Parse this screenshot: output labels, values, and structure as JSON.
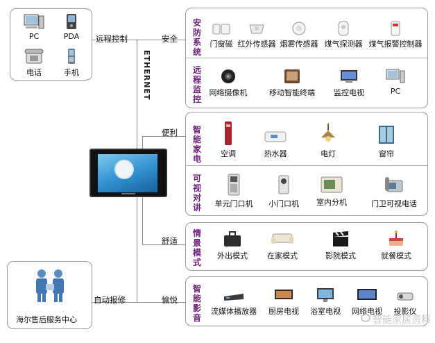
{
  "branches": {
    "remote": "远程控制",
    "security": "安全",
    "convenience": "便利",
    "comfort": "舒适",
    "auto_repair": "自动报修",
    "pleasure": "愉悦"
  },
  "ethernet": "ETHERNET",
  "remote_devices": [
    {
      "label": "PC",
      "icon": "desktop-pc-icon"
    },
    {
      "label": "PDA",
      "icon": "pda-icon"
    },
    {
      "label": "电话",
      "icon": "telephone-icon"
    },
    {
      "label": "手机",
      "icon": "mobile-phone-icon"
    }
  ],
  "service_center": {
    "label": "海尔售后服务中心",
    "icon": "service-staff-icon"
  },
  "groups": [
    {
      "title": "安防系统",
      "items": [
        {
          "label": "门窗磁",
          "icon": "door-sensor-icon"
        },
        {
          "label": "红外传感器",
          "icon": "infrared-sensor-icon"
        },
        {
          "label": "烟雾传感器",
          "icon": "smoke-sensor-icon"
        },
        {
          "label": "煤气探测器",
          "icon": "gas-detector-icon"
        },
        {
          "label": "煤气报警控制器",
          "icon": "gas-alarm-controller-icon"
        }
      ]
    },
    {
      "title": "远程监控",
      "items": [
        {
          "label": "网络摄像机",
          "icon": "network-camera-icon"
        },
        {
          "label": "移动智能终端",
          "icon": "mobile-terminal-icon"
        },
        {
          "label": "监控电视",
          "icon": "monitor-tv-icon"
        },
        {
          "label": "PC",
          "icon": "pc-icon"
        }
      ]
    },
    {
      "title": "智能家电",
      "items": [
        {
          "label": "空调",
          "icon": "air-conditioner-icon"
        },
        {
          "label": "热水器",
          "icon": "water-heater-icon"
        },
        {
          "label": "电灯",
          "icon": "lamp-icon"
        },
        {
          "label": "窗帘",
          "icon": "curtain-icon"
        }
      ]
    },
    {
      "title": "可视对讲",
      "items": [
        {
          "label": "单元门口机",
          "icon": "unit-door-station-icon"
        },
        {
          "label": "小门口机",
          "icon": "small-door-station-icon"
        },
        {
          "label": "室内分机",
          "icon": "indoor-unit-icon"
        },
        {
          "label": "门卫可视电话",
          "icon": "guard-videophone-icon"
        }
      ]
    },
    {
      "title": "情景模式",
      "items": [
        {
          "label": "外出模式",
          "icon": "briefcase-icon"
        },
        {
          "label": "在家模式",
          "icon": "sofa-icon"
        },
        {
          "label": "影院模式",
          "icon": "clapperboard-icon"
        },
        {
          "label": "就餐模式",
          "icon": "cake-icon"
        }
      ]
    },
    {
      "title": "智能影音",
      "items": [
        {
          "label": "流媒体播放器",
          "icon": "media-player-icon"
        },
        {
          "label": "厨房电视",
          "icon": "kitchen-tv-icon"
        },
        {
          "label": "浴室电视",
          "icon": "bathroom-tv-icon"
        },
        {
          "label": "网络电视",
          "icon": "network-tv-icon"
        },
        {
          "label": "投影仪",
          "icon": "projector-icon"
        }
      ]
    }
  ],
  "watermark": "智能家居资料"
}
